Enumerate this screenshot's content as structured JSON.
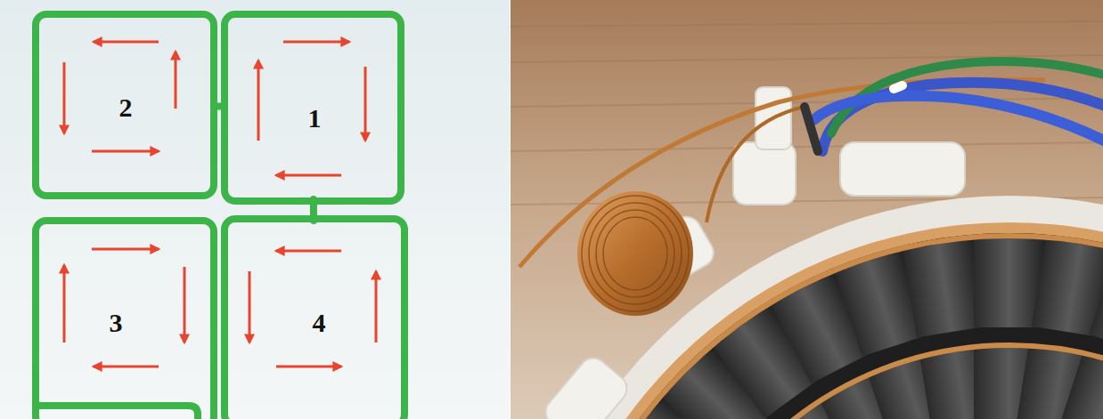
{
  "diagram": {
    "nodes": [
      {
        "text": [
          "2"
        ]
      },
      {
        "text": [
          "1"
        ]
      },
      {
        "text": [
          "3"
        ]
      },
      {
        "text": [
          "4"
        ]
      }
    ],
    "edges": [
      {
        "from": 0,
        "to": 1,
        "arrow": "none"
      },
      {
        "from": 1,
        "to": 3,
        "arrow": "none"
      }
    ]
  }
}
